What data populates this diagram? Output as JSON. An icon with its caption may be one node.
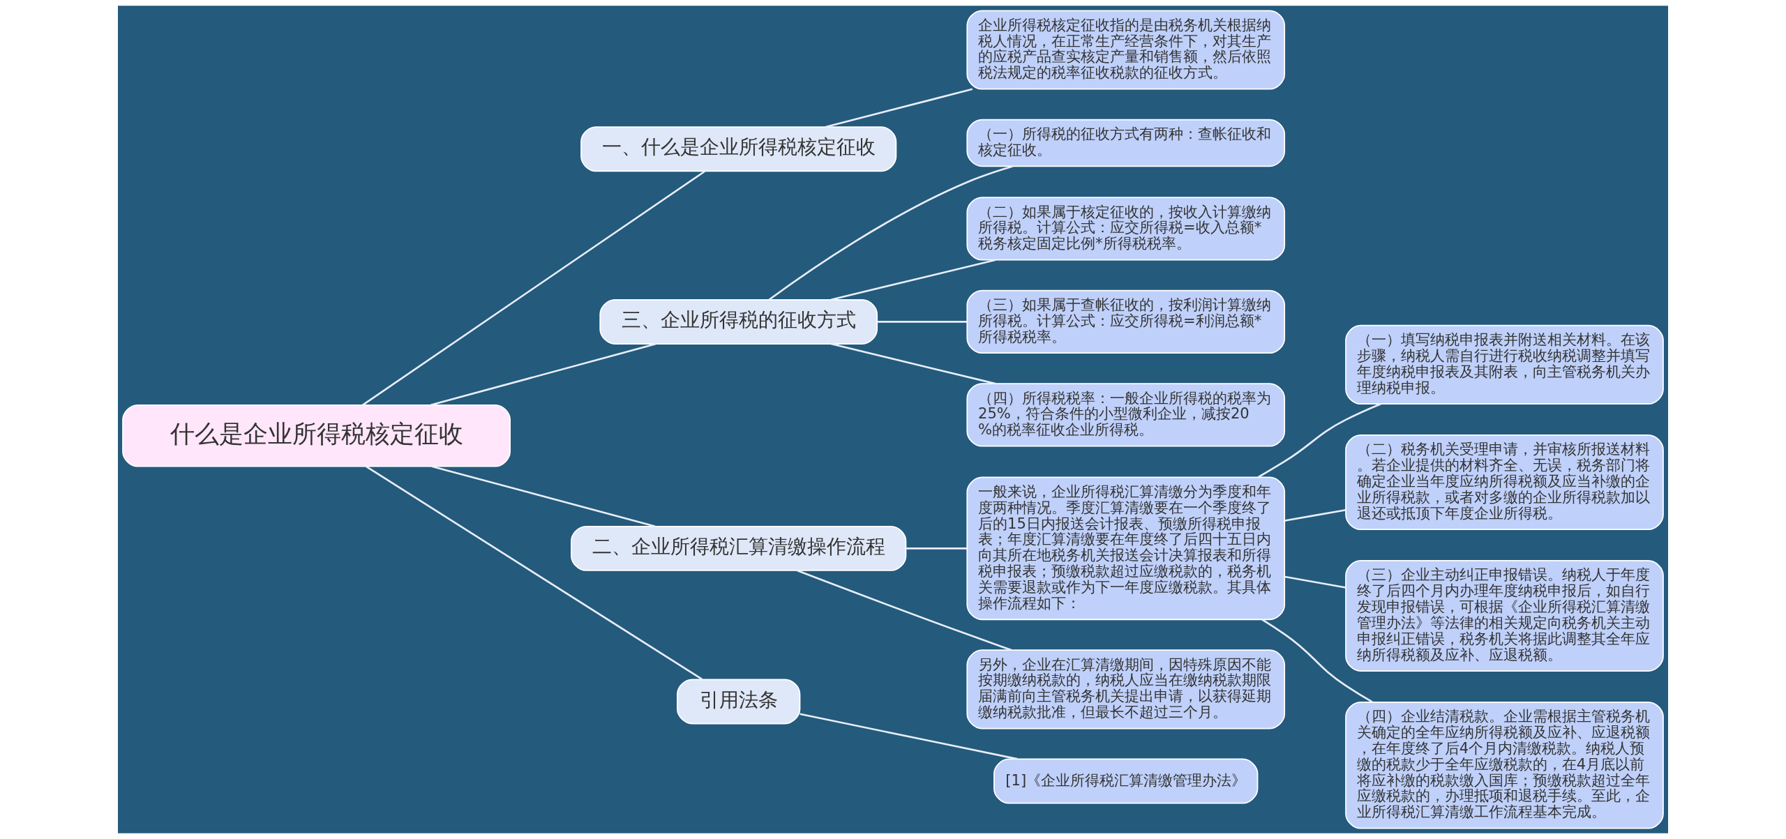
{
  "diagram": {
    "nodes": [
      {
        "text": [
          "什么是企业所得税核定征收"
        ]
      },
      {
        "text": [
          "一、什么是企业所得税核定征收"
        ]
      },
      {
        "text": [
          "企业所得税核定征收指的是由税务机关根据纳税人情况，在正常生产经营条件下，对其生产的应税产品查实核定产量和销售额，然后依照税法规定的税率征收税款的征收方式。"
        ]
      },
      {
        "text": [
          "三、企业所得税的征收方式"
        ]
      },
      {
        "text": [
          "（一）所得税的征收方式有两种：查帐征收和核定征收。"
        ]
      },
      {
        "text": [
          "（二）如果属于核定征收的，按收入计算缴纳所得税。计算公式：应交所得税=收入总额*税务核定固定比例*所得税税率。"
        ]
      },
      {
        "text": [
          "（三）如果属于查帐征收的，按利润计算缴纳所得税。计算公式：应交所得税=利润总额*所得税税率。"
        ]
      },
      {
        "text": [
          "（四）所得税税率：一般企业所得税的税率为25%，符合条件的小型微利企业，减按20%的税率征收企业所得税。"
        ]
      },
      {
        "text": [
          "二、企业所得税汇算清缴操作流程"
        ]
      },
      {
        "text": [
          "一般来说，企业所得税汇算清缴分为季度和年度两种情况。季度汇算清缴要在一个季度终了后的15日内报送会计报表、预缴所得税申报表；年度汇算清缴要在年度终了后四十五日内向其所在地税务机关报送会计决算报表和所得税申报表；预缴税款超过应缴税款的，税务机关需要退款或作为下一年度应缴税款。其具体操作流程如下："
        ]
      },
      {
        "text": [
          "（一）填写纳税申报表并附送相关材料。在该步骤，纳税人需自行进行税收纳税调整并填写年度纳税申报表及其附表，向主管税务机关办理纳税申报。"
        ]
      },
      {
        "text": [
          "（二）税务机关受理申请，并审核所报送材料。若企业提供的材料齐全、无误，税务部门将确定企业当年度应纳所得税额及应当补缴的企业所得税款，或者对多缴的企业所得税款加以退还或抵顶下年度企业所得税。"
        ]
      },
      {
        "text": [
          "（三）企业主动纠正申报错误。纳税人于年度终了后四个月内办理年度纳税申报后，如自行发现申报错误，可根据《企业所得税汇算清缴管理办法》等法律的相关规定向税务机关主动申报纠正错误，税务机关将据此调整其全年应纳所得税额及应补、应退税额。"
        ]
      },
      {
        "text": [
          "（四）企业结清税款。企业需根据主管税务机关确定的全年应纳所得税额及应补、应退税额，在年度终了后4个月内清缴税款。纳税人预缴的税款少于全年应缴税款的，在4月底以前将应补缴的税款缴入国库；预缴税款超过全年应缴税款的，办理抵项和退税手续。至此，企业所得税汇算清缴工作流程基本完成。"
        ]
      },
      {
        "text": [
          "另外，企业在汇算清缴期间，因特殊原因不能按期缴纳税款的，纳税人应当在缴纳税款期限届满前向主管税务机关提出申请，以获得延期缴纳税款批准，但最长不超过三个月。"
        ]
      },
      {
        "text": [
          "引用法条"
        ]
      },
      {
        "text": [
          "[1]《企业所得税汇算清缴管理办法》"
        ]
      }
    ],
    "edges": [
      {
        "from": 0,
        "to": 1,
        "arrow": "none"
      },
      {
        "from": 1,
        "to": 2,
        "arrow": "none"
      },
      {
        "from": 0,
        "to": 3,
        "arrow": "none"
      },
      {
        "from": 3,
        "to": 4,
        "arrow": "none"
      },
      {
        "from": 3,
        "to": 5,
        "arrow": "none"
      },
      {
        "from": 3,
        "to": 6,
        "arrow": "none"
      },
      {
        "from": 3,
        "to": 7,
        "arrow": "none"
      },
      {
        "from": 0,
        "to": 8,
        "arrow": "none"
      },
      {
        "from": 8,
        "to": 9,
        "arrow": "none"
      },
      {
        "from": 9,
        "to": 10,
        "arrow": "none"
      },
      {
        "from": 9,
        "to": 11,
        "arrow": "none"
      },
      {
        "from": 9,
        "to": 12,
        "arrow": "none"
      },
      {
        "from": 9,
        "to": 13,
        "arrow": "none"
      },
      {
        "from": 8,
        "to": 14,
        "arrow": "none"
      },
      {
        "from": 0,
        "to": 15,
        "arrow": "none"
      },
      {
        "from": 15,
        "to": 16,
        "arrow": "none"
      }
    ]
  }
}
